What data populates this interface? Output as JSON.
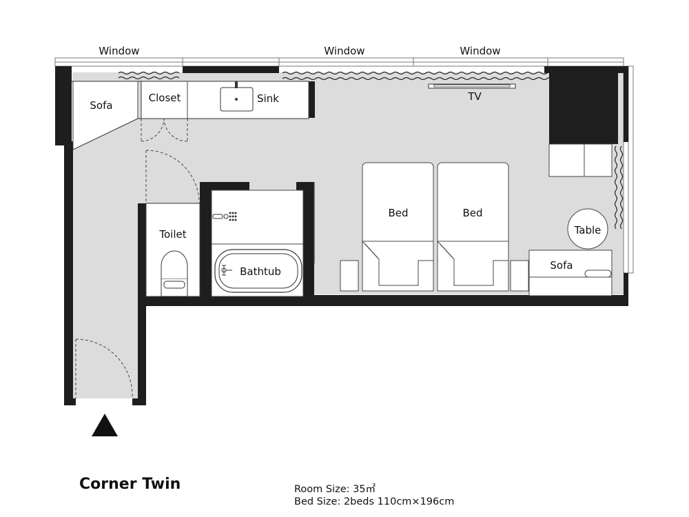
{
  "plan": {
    "title": "Corner Twin",
    "room_size": "Room Size: 35㎡",
    "bed_size": "Bed Size: 2beds 110cm×196cm"
  },
  "labels": {
    "window_left": "Window",
    "window_center": "Window",
    "window_right": "Window",
    "sofa_top": "Sofa",
    "closet": "Closet",
    "sink": "Sink",
    "tv": "TV",
    "toilet": "Toilet",
    "bathtub": "Bathtub",
    "bed_left": "Bed",
    "bed_right": "Bed",
    "table": "Table",
    "sofa_bottom": "Sofa"
  },
  "colors": {
    "floor": "#dcdcdc",
    "wall": "#1e1e1e",
    "furniture": "#ffffff",
    "line": "#555555"
  },
  "icons": [
    "entrance-arrow-icon",
    "shower-icon",
    "sink-basin-icon",
    "curtain-icon"
  ]
}
